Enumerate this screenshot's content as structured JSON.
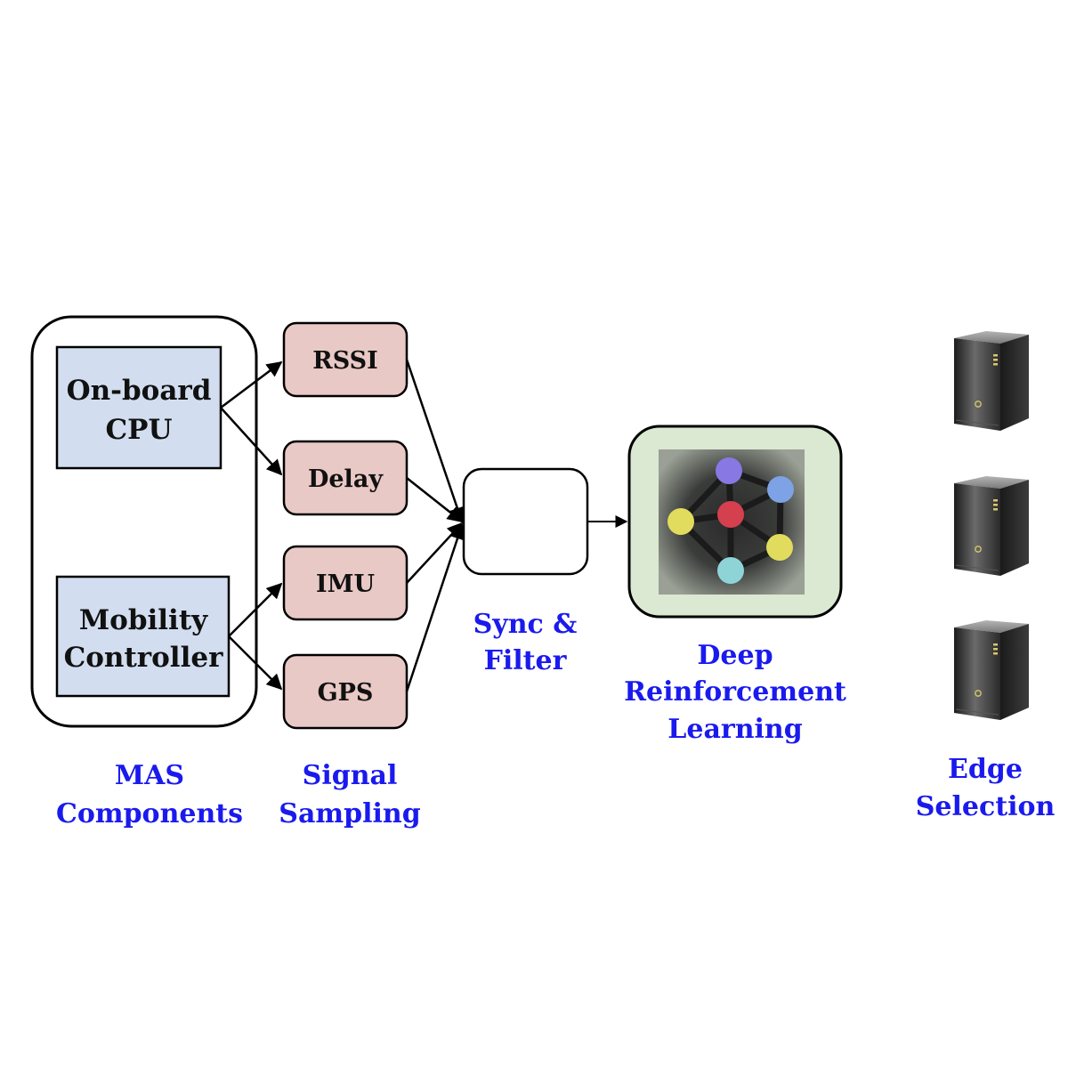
{
  "colors": {
    "component_fill": "#d2deef",
    "signal_fill": "#e9c9c6",
    "drl_fill": "#dbe8d2",
    "label_blue": "#1a1aee",
    "node_purple": "#8878e4",
    "node_blue": "#7ea2e6",
    "node_red": "#d4404e",
    "node_yellow": "#e2dc5e",
    "node_cyan": "#8ed4d6"
  },
  "components": {
    "cpu_line1": "On-board",
    "cpu_line2": "CPU",
    "mobility_line1": "Mobility",
    "mobility_line2": "Controller"
  },
  "signals": {
    "rssi": "RSSI",
    "delay": "Delay",
    "imu": "IMU",
    "gps": "GPS"
  },
  "labels": {
    "mas_line1": "MAS",
    "mas_line2": "Components",
    "signal_line1": "Signal",
    "signal_line2": "Sampling",
    "sync_line1": "Sync &",
    "sync_line2": "Filter",
    "drl_line1": "Deep",
    "drl_line2": "Reinforcement",
    "drl_line3": "Learning",
    "edge_line1": "Edge",
    "edge_line2": "Selection"
  },
  "icons": {
    "network": "neural-network-icon",
    "server": "server-tower-icon"
  }
}
